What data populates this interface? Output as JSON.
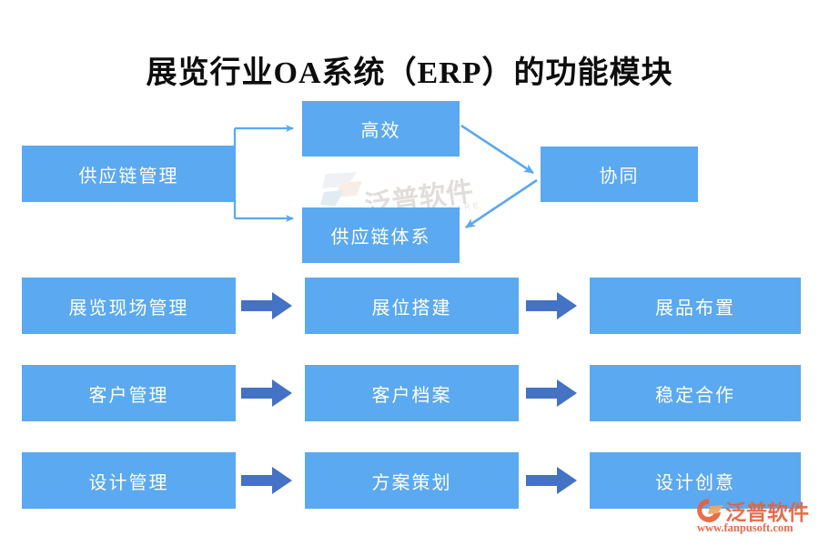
{
  "title": "展览行业OA系统（ERP）的功能模块",
  "colors": {
    "node_fill": "#5BA9F0",
    "node_text": "#FFFFFF",
    "thin_arrow": "#5BA9F0",
    "block_arrow": "#4472C4",
    "title_text": "#0D0D0D",
    "logo_orange": "#E8603C",
    "background": "#FFFFFF"
  },
  "diagram": {
    "top_group": {
      "source": {
        "label": "供应链管理"
      },
      "branch_upper": {
        "label": "高效"
      },
      "branch_lower": {
        "label": "供应链体系"
      },
      "target": {
        "label": "协同"
      }
    },
    "rows": [
      {
        "stages": [
          {
            "label": "展览现场管理"
          },
          {
            "label": "展位搭建"
          },
          {
            "label": "展品布置"
          }
        ]
      },
      {
        "stages": [
          {
            "label": "客户管理"
          },
          {
            "label": "客户档案"
          },
          {
            "label": "稳定合作"
          }
        ]
      },
      {
        "stages": [
          {
            "label": "设计管理"
          },
          {
            "label": "方案策划"
          },
          {
            "label": "设计创意"
          }
        ]
      }
    ]
  },
  "watermark": {
    "center": {
      "brand": "泛普软件",
      "subtitle": "FANPU SOFTWARE"
    },
    "bottom_right": {
      "brand": "泛普软件",
      "url": "www.fanpusoft.com"
    }
  }
}
